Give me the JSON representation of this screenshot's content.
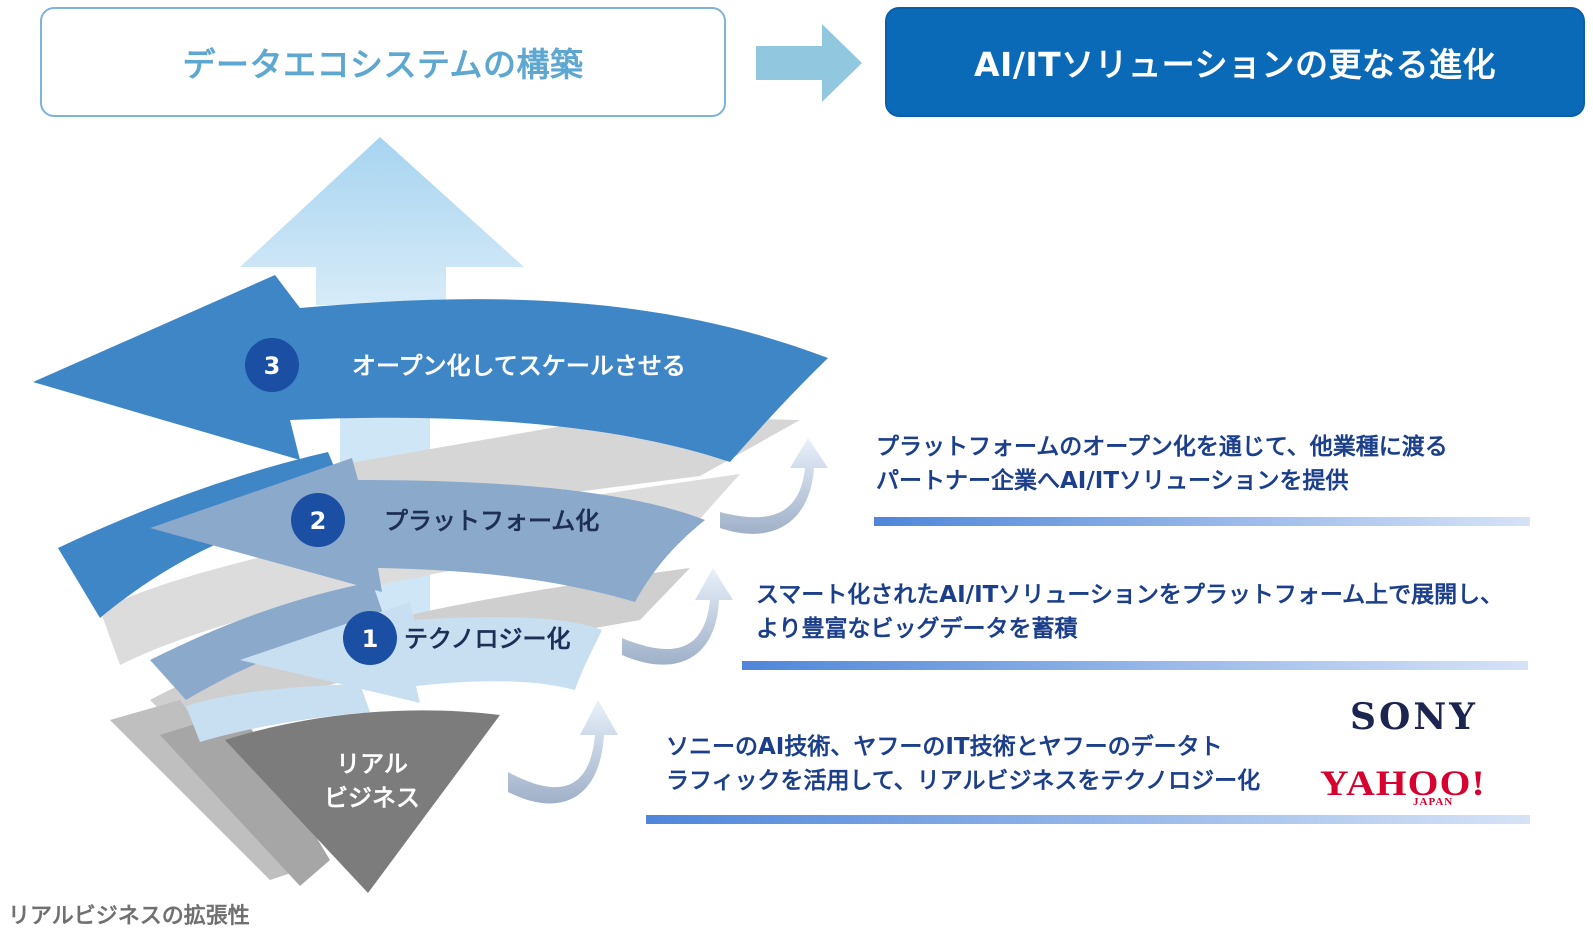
{
  "header": {
    "left_box": "データエコシステムの構築",
    "right_box": "AI/ITソリューションの更なる進化"
  },
  "stages": [
    {
      "number": "1",
      "label": "テクノロジー化"
    },
    {
      "number": "2",
      "label": "プラットフォーム化"
    },
    {
      "number": "3",
      "label": "オープン化してスケールさせる"
    }
  ],
  "base": {
    "line1": "リアル",
    "line2": "ビジネス"
  },
  "descriptions": {
    "stage3": {
      "line1": "プラットフォームのオープン化を通じて、他業種に渡る",
      "line2": "パートナー企業へAI/ITソリューションを提供"
    },
    "stage2": {
      "line1": "スマート化されたAI/ITソリューションをプラットフォーム上で展開し、",
      "line2": "より豊富なビッグデータを蓄積"
    },
    "stage1": {
      "line1": "ソニーのAI技術、ヤフーのIT技術とヤフーのデータト",
      "line2": "ラフィックを活用して、リアルビジネスをテクノロジー化"
    }
  },
  "logos": {
    "sony": "SONY",
    "yahoo": "YAHOO!",
    "yahoo_sub": "JAPAN"
  },
  "footer": {
    "label": "リアルビジネスの拡張性"
  },
  "colors": {
    "stage3_arrow": "#3f86c7",
    "stage2_arrow": "#8aa9cb",
    "stage1_arrow": "#c8dff2",
    "base_triangle": "#7c7c7c",
    "top_arrow": "#a8d6f0",
    "number_circle": "#1b4fa3"
  }
}
